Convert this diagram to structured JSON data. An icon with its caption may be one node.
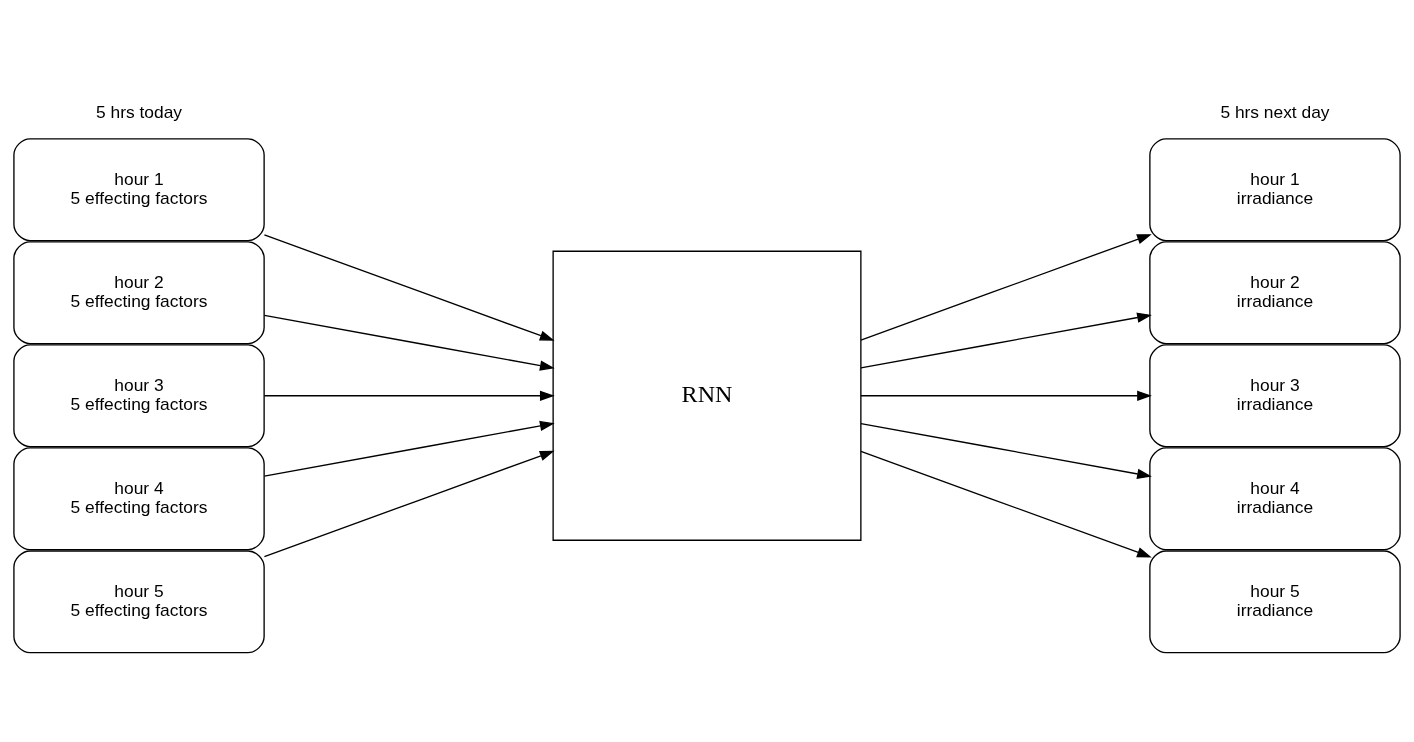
{
  "diagram": {
    "nodes": [
      {
        "text": [
          "hour 1",
          "5 effecting factors"
        ]
      },
      {
        "text": [
          "hour 2",
          "5 effecting factors"
        ]
      },
      {
        "text": [
          "hour 3",
          "5 effecting factors"
        ]
      },
      {
        "text": [
          "hour 4",
          "5 effecting factors"
        ]
      },
      {
        "text": [
          "hour 5",
          "5 effecting factors"
        ]
      },
      {
        "text": [
          "RNN"
        ]
      },
      {
        "text": [
          "hour 1",
          "irradiance"
        ]
      },
      {
        "text": [
          "hour 2",
          "irradiance"
        ]
      },
      {
        "text": [
          "hour 3",
          "irradiance"
        ]
      },
      {
        "text": [
          "hour 4",
          "irradiance"
        ]
      },
      {
        "text": [
          "hour 5",
          "irradiance"
        ]
      }
    ],
    "edges": [
      {
        "from": 0,
        "to": 5,
        "arrow": "to"
      },
      {
        "from": 1,
        "to": 5,
        "arrow": "to"
      },
      {
        "from": 2,
        "to": 5,
        "arrow": "to"
      },
      {
        "from": 3,
        "to": 5,
        "arrow": "to"
      },
      {
        "from": 4,
        "to": 5,
        "arrow": "to"
      },
      {
        "from": 5,
        "to": 6,
        "arrow": "to"
      },
      {
        "from": 5,
        "to": 7,
        "arrow": "to"
      },
      {
        "from": 5,
        "to": 8,
        "arrow": "to"
      },
      {
        "from": 5,
        "to": 9,
        "arrow": "to"
      },
      {
        "from": 5,
        "to": 10,
        "arrow": "to"
      }
    ],
    "labels": [
      "5 hrs today",
      "5 hrs next day"
    ]
  }
}
